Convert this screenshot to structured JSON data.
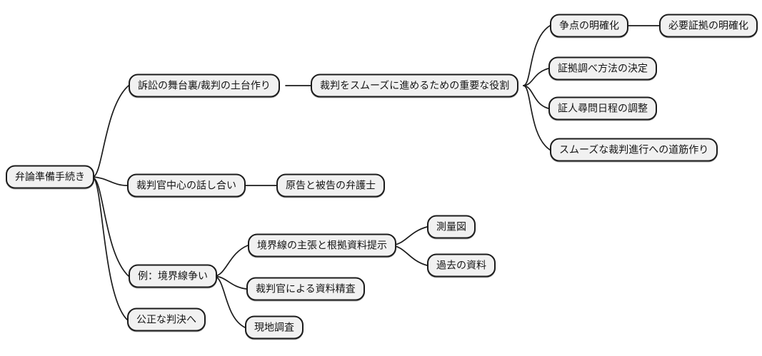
{
  "diagram": {
    "type": "mindmap",
    "root_label": "弁論準備手続き",
    "colors": {
      "background": "#ffffff",
      "node_fill": "#f1f1f1",
      "node_border": "#1c1c1c",
      "edge": "#1c1c1c"
    },
    "nodes": {
      "root": {
        "label": "弁論準備手続き"
      },
      "stage-behind": {
        "label": "訴訟の舞台裏/裁判の土台作り"
      },
      "important-role": {
        "label": "裁判をスムーズに進めるための重要な役割"
      },
      "issue-clarification": {
        "label": "争点の明確化"
      },
      "evidence-clarification": {
        "label": "必要証拠の明確化"
      },
      "evidence-method": {
        "label": "証拠調べ方法の決定"
      },
      "witness-schedule": {
        "label": "証人尋問日程の調整"
      },
      "smooth-path": {
        "label": "スムーズな裁判進行への道筋作り"
      },
      "judge-discussion": {
        "label": "裁判官中心の話し合い"
      },
      "lawyers": {
        "label": "原告と被告の弁護士"
      },
      "example-boundary": {
        "label": "例：境界線争い"
      },
      "boundary-claim": {
        "label": "境界線の主張と根拠資料提示"
      },
      "survey-map": {
        "label": "測量図"
      },
      "past-documents": {
        "label": "過去の資料"
      },
      "judge-review": {
        "label": "裁判官による資料精査"
      },
      "site-investigation": {
        "label": "現地調査"
      },
      "fair-judgment": {
        "label": "公正な判決へ"
      }
    },
    "edges": [
      [
        "root",
        "stage-behind"
      ],
      [
        "stage-behind",
        "important-role"
      ],
      [
        "important-role",
        "issue-clarification"
      ],
      [
        "issue-clarification",
        "evidence-clarification"
      ],
      [
        "important-role",
        "evidence-method"
      ],
      [
        "important-role",
        "witness-schedule"
      ],
      [
        "important-role",
        "smooth-path"
      ],
      [
        "root",
        "judge-discussion"
      ],
      [
        "judge-discussion",
        "lawyers"
      ],
      [
        "root",
        "example-boundary"
      ],
      [
        "example-boundary",
        "boundary-claim"
      ],
      [
        "boundary-claim",
        "survey-map"
      ],
      [
        "boundary-claim",
        "past-documents"
      ],
      [
        "example-boundary",
        "judge-review"
      ],
      [
        "example-boundary",
        "site-investigation"
      ],
      [
        "root",
        "fair-judgment"
      ]
    ]
  }
}
